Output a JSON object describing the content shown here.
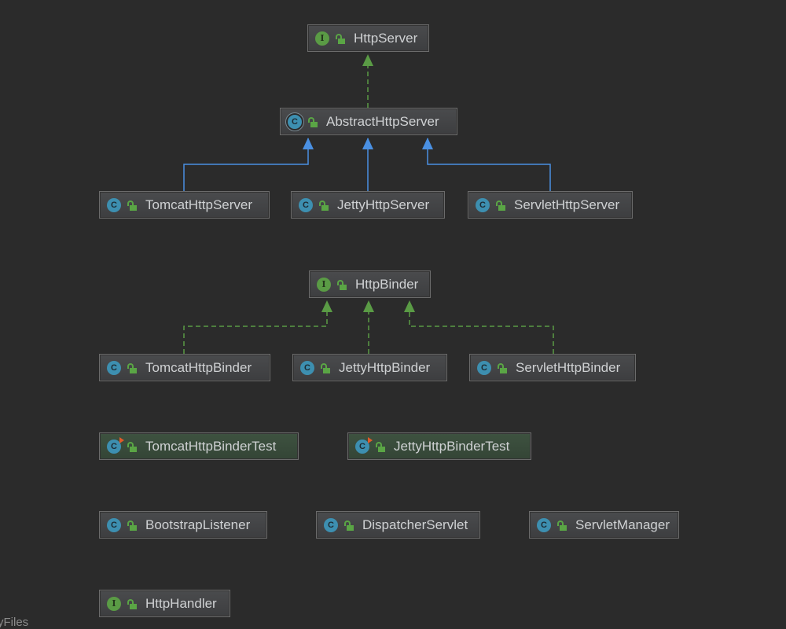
{
  "diagram": {
    "nodes": {
      "http_server": {
        "name": "HttpServer",
        "kind": "interface"
      },
      "abstract_http_server": {
        "name": "AbstractHttpServer",
        "kind": "abstract-class"
      },
      "tomcat_http_server": {
        "name": "TomcatHttpServer",
        "kind": "class"
      },
      "jetty_http_server": {
        "name": "JettyHttpServer",
        "kind": "class"
      },
      "servlet_http_server": {
        "name": "ServletHttpServer",
        "kind": "class"
      },
      "http_binder": {
        "name": "HttpBinder",
        "kind": "interface"
      },
      "tomcat_http_binder": {
        "name": "TomcatHttpBinder",
        "kind": "class"
      },
      "jetty_http_binder": {
        "name": "JettyHttpBinder",
        "kind": "class"
      },
      "servlet_http_binder": {
        "name": "ServletHttpBinder",
        "kind": "class"
      },
      "tomcat_http_binder_test": {
        "name": "TomcatHttpBinderTest",
        "kind": "test-class"
      },
      "jetty_http_binder_test": {
        "name": "JettyHttpBinderTest",
        "kind": "test-class"
      },
      "bootstrap_listener": {
        "name": "BootstrapListener",
        "kind": "class"
      },
      "dispatcher_servlet": {
        "name": "DispatcherServlet",
        "kind": "class"
      },
      "servlet_manager": {
        "name": "ServletManager",
        "kind": "class"
      },
      "http_handler": {
        "name": "HttpHandler",
        "kind": "interface"
      }
    },
    "edges": [
      {
        "from": "AbstractHttpServer",
        "to": "HttpServer",
        "type": "implements"
      },
      {
        "from": "TomcatHttpServer",
        "to": "AbstractHttpServer",
        "type": "extends"
      },
      {
        "from": "JettyHttpServer",
        "to": "AbstractHttpServer",
        "type": "extends"
      },
      {
        "from": "ServletHttpServer",
        "to": "AbstractHttpServer",
        "type": "extends"
      },
      {
        "from": "TomcatHttpBinder",
        "to": "HttpBinder",
        "type": "implements"
      },
      {
        "from": "JettyHttpBinder",
        "to": "HttpBinder",
        "type": "implements"
      },
      {
        "from": "ServletHttpBinder",
        "to": "HttpBinder",
        "type": "implements"
      }
    ],
    "colors": {
      "implements": "#5a9b45",
      "extends": "#4a90e2",
      "background": "#2b2b2b"
    }
  },
  "footer": {
    "label": "yFiles"
  }
}
